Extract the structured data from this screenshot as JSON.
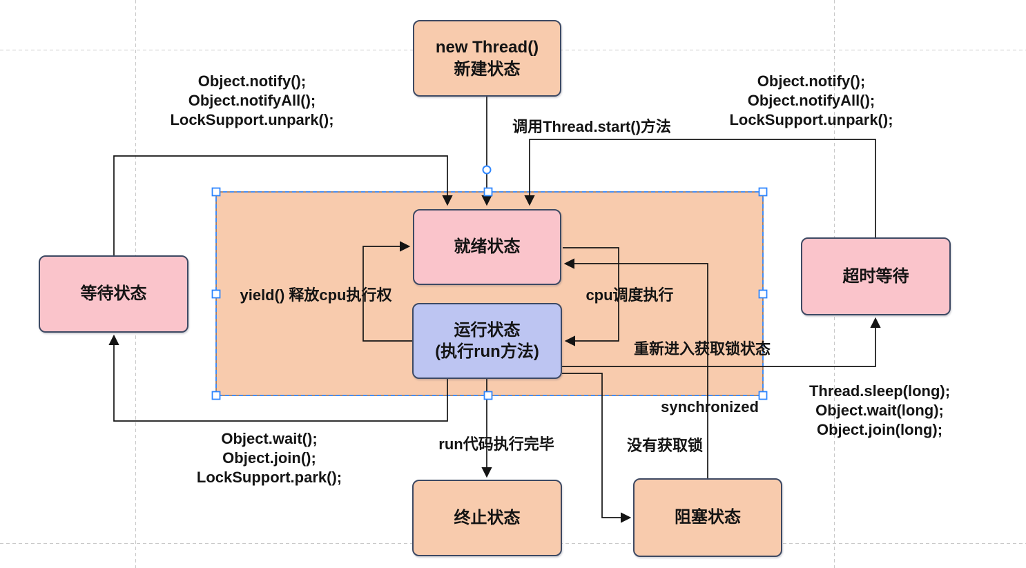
{
  "colors": {
    "orange_fill": "#F8CBAD",
    "pink_fill": "#FAC4CB",
    "blue_fill": "#BDC5F2",
    "shape_border": "#3D4963",
    "selection_blue": "#2E86FF",
    "guide_gray": "#C9C9C9",
    "text": "#141414"
  },
  "diagram": {
    "nodes": {
      "new_thread": {
        "label": "new Thread()\n新建状态"
      },
      "ready": {
        "label": "就绪状态"
      },
      "running": {
        "label": "运行状态\n(执行run方法)"
      },
      "waiting": {
        "label": "等待状态"
      },
      "timed_waiting": {
        "label": "超时等待"
      },
      "terminated": {
        "label": "终止状态"
      },
      "blocked": {
        "label": "阻塞状态"
      }
    },
    "edge_labels": {
      "notify_left": "Object.notify();\nObject.notifyAll();\nLockSupport.unpark();",
      "notify_right": "Object.notify();\nObject.notifyAll();\nLockSupport.unpark();",
      "thread_start": "调用Thread.start()方法",
      "yield": "yield() 释放cpu执行权",
      "cpu_schedule": "cpu调度执行",
      "reacquire_lock": "重新进入获取锁状态",
      "synchronized": "synchronized",
      "no_lock": "没有获取锁",
      "sleep_right": "Thread.sleep(long);\nObject.wait(long);\nObject.join(long);",
      "wait_left": "Object.wait();\nObject.join();\nLockSupport.park();",
      "run_done": "run代码执行完毕"
    },
    "transitions": [
      {
        "from": "new_thread",
        "to": "ready",
        "label_key": "thread_start"
      },
      {
        "from": "waiting",
        "to": "ready",
        "label_key": "notify_left"
      },
      {
        "from": "timed_waiting",
        "to": "ready",
        "label_key": "notify_right"
      },
      {
        "from": "ready",
        "to": "running",
        "label_key": "cpu_schedule"
      },
      {
        "from": "running",
        "to": "ready",
        "label_key": "yield"
      },
      {
        "from": "blocked",
        "to": "ready",
        "label_key": "reacquire_lock"
      },
      {
        "from": "running",
        "to": "waiting",
        "label_key": "wait_left"
      },
      {
        "from": "running",
        "to": "terminated",
        "label_key": "run_done"
      },
      {
        "from": "running",
        "to": "timed_waiting",
        "label_key": "sleep_right"
      },
      {
        "from": "running",
        "to": "blocked",
        "label_key": "no_lock"
      }
    ]
  }
}
